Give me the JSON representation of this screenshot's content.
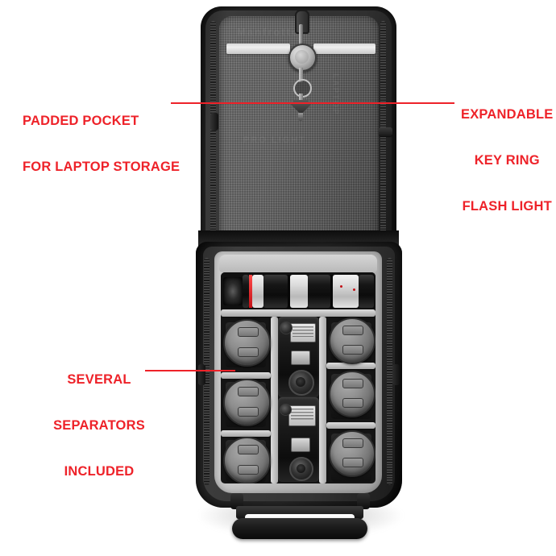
{
  "page": {
    "title": "Camera Backpack Feature Callouts",
    "background_color": "#ffffff",
    "accent_color": "#EE2229"
  },
  "callouts": [
    {
      "id": "padded-pocket",
      "lines": [
        "PADDED POCKET",
        "FOR LAPTOP STORAGE"
      ],
      "line1": "PADDED POCKET",
      "line2": "FOR LAPTOP STORAGE",
      "line3": "",
      "align": "left",
      "color": "#EE2229"
    },
    {
      "id": "key-ring",
      "lines": [
        "EXPANDABLE",
        "KEY RING",
        "FLASH LIGHT"
      ],
      "line1": "EXPANDABLE",
      "line2": "KEY RING",
      "line3": "FLASH LIGHT",
      "align": "center",
      "color": "#EE2229"
    },
    {
      "id": "separators",
      "lines": [
        "SEVERAL",
        "SEPARATORS",
        "INCLUDED"
      ],
      "line1": "SEVERAL",
      "line2": "SEPARATORS",
      "line3": "INCLUDED",
      "align": "center",
      "color": "#EE2229"
    }
  ],
  "product": {
    "type": "camera-backpack",
    "view": "open-flat-front",
    "colors": {
      "shell": "#1c1c1c",
      "mesh_pocket": "#636363",
      "liner": "#c4c4c4",
      "divider": "#c6c6c6",
      "interior_well": "#151515",
      "lens_red_ring": "#c31016"
    },
    "compartments": {
      "upper_flap": {
        "feature": "padded laptop pocket with mesh face",
        "strap": "elastic retention band",
        "accessory": "retractable key ring flashlight"
      },
      "lower_body": {
        "feature": "customisable padded divider system",
        "top_row": "telephoto lenses laid horizontally",
        "grid_rows": 3,
        "grid_columns": 3,
        "left_column": "lens caps",
        "center_column": "DSLR camera bodies",
        "right_column": "lens caps"
      }
    },
    "bottom": {
      "handle": "padded carry handle"
    }
  }
}
